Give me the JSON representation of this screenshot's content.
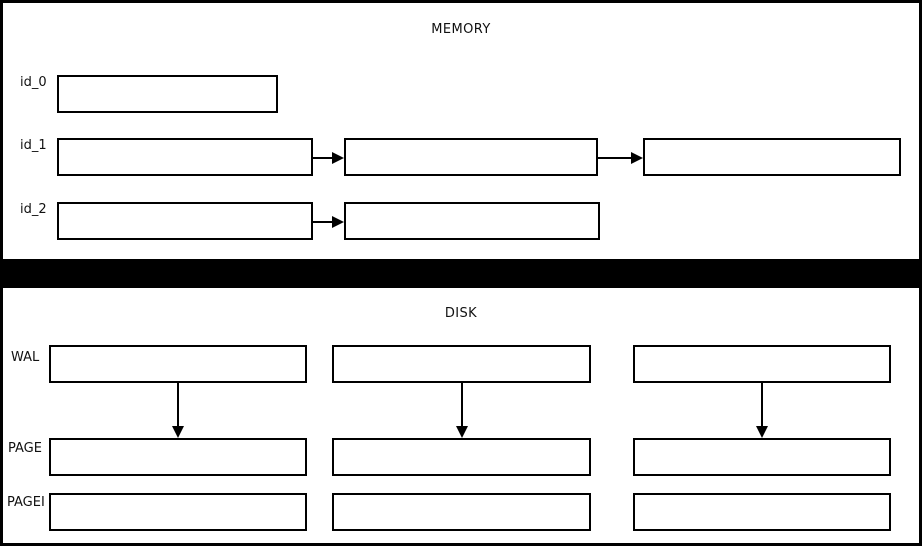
{
  "memory": {
    "title": "MEMORY",
    "rows": [
      {
        "label": "id_0",
        "chain_length": 1
      },
      {
        "label": "id_1",
        "chain_length": 3
      },
      {
        "label": "id_2",
        "chain_length": 2
      }
    ]
  },
  "disk": {
    "title": "DISK",
    "columns": 3,
    "rows": [
      {
        "label": "WAL"
      },
      {
        "label": "PAGE"
      },
      {
        "label": "PAGEI"
      }
    ],
    "arrows": "each WAL box points down to the PAGE box in the same column"
  },
  "colors": {
    "line": "#000000",
    "background": "#ffffff",
    "text": "#111111"
  }
}
